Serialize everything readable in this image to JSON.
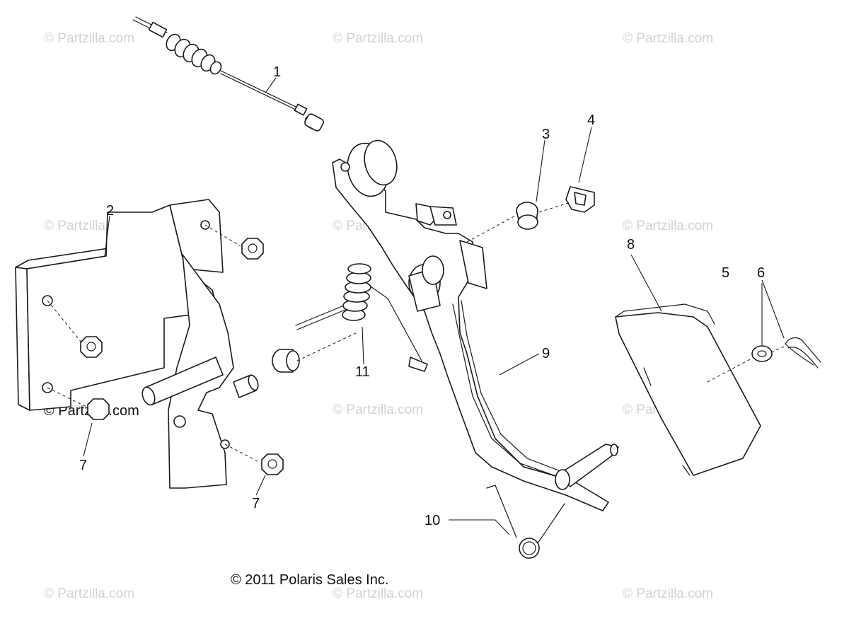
{
  "diagram": {
    "watermark": "© Partzilla.com",
    "copyright": "© 2011 Polaris Sales Inc.",
    "callouts": {
      "c1": "1",
      "c2": "2",
      "c3": "3",
      "c4": "4",
      "c5": "5",
      "c6": "6",
      "c7a": "7",
      "c7b": "7",
      "c8": "8",
      "c9": "9",
      "c10": "10",
      "c11": "11"
    }
  }
}
